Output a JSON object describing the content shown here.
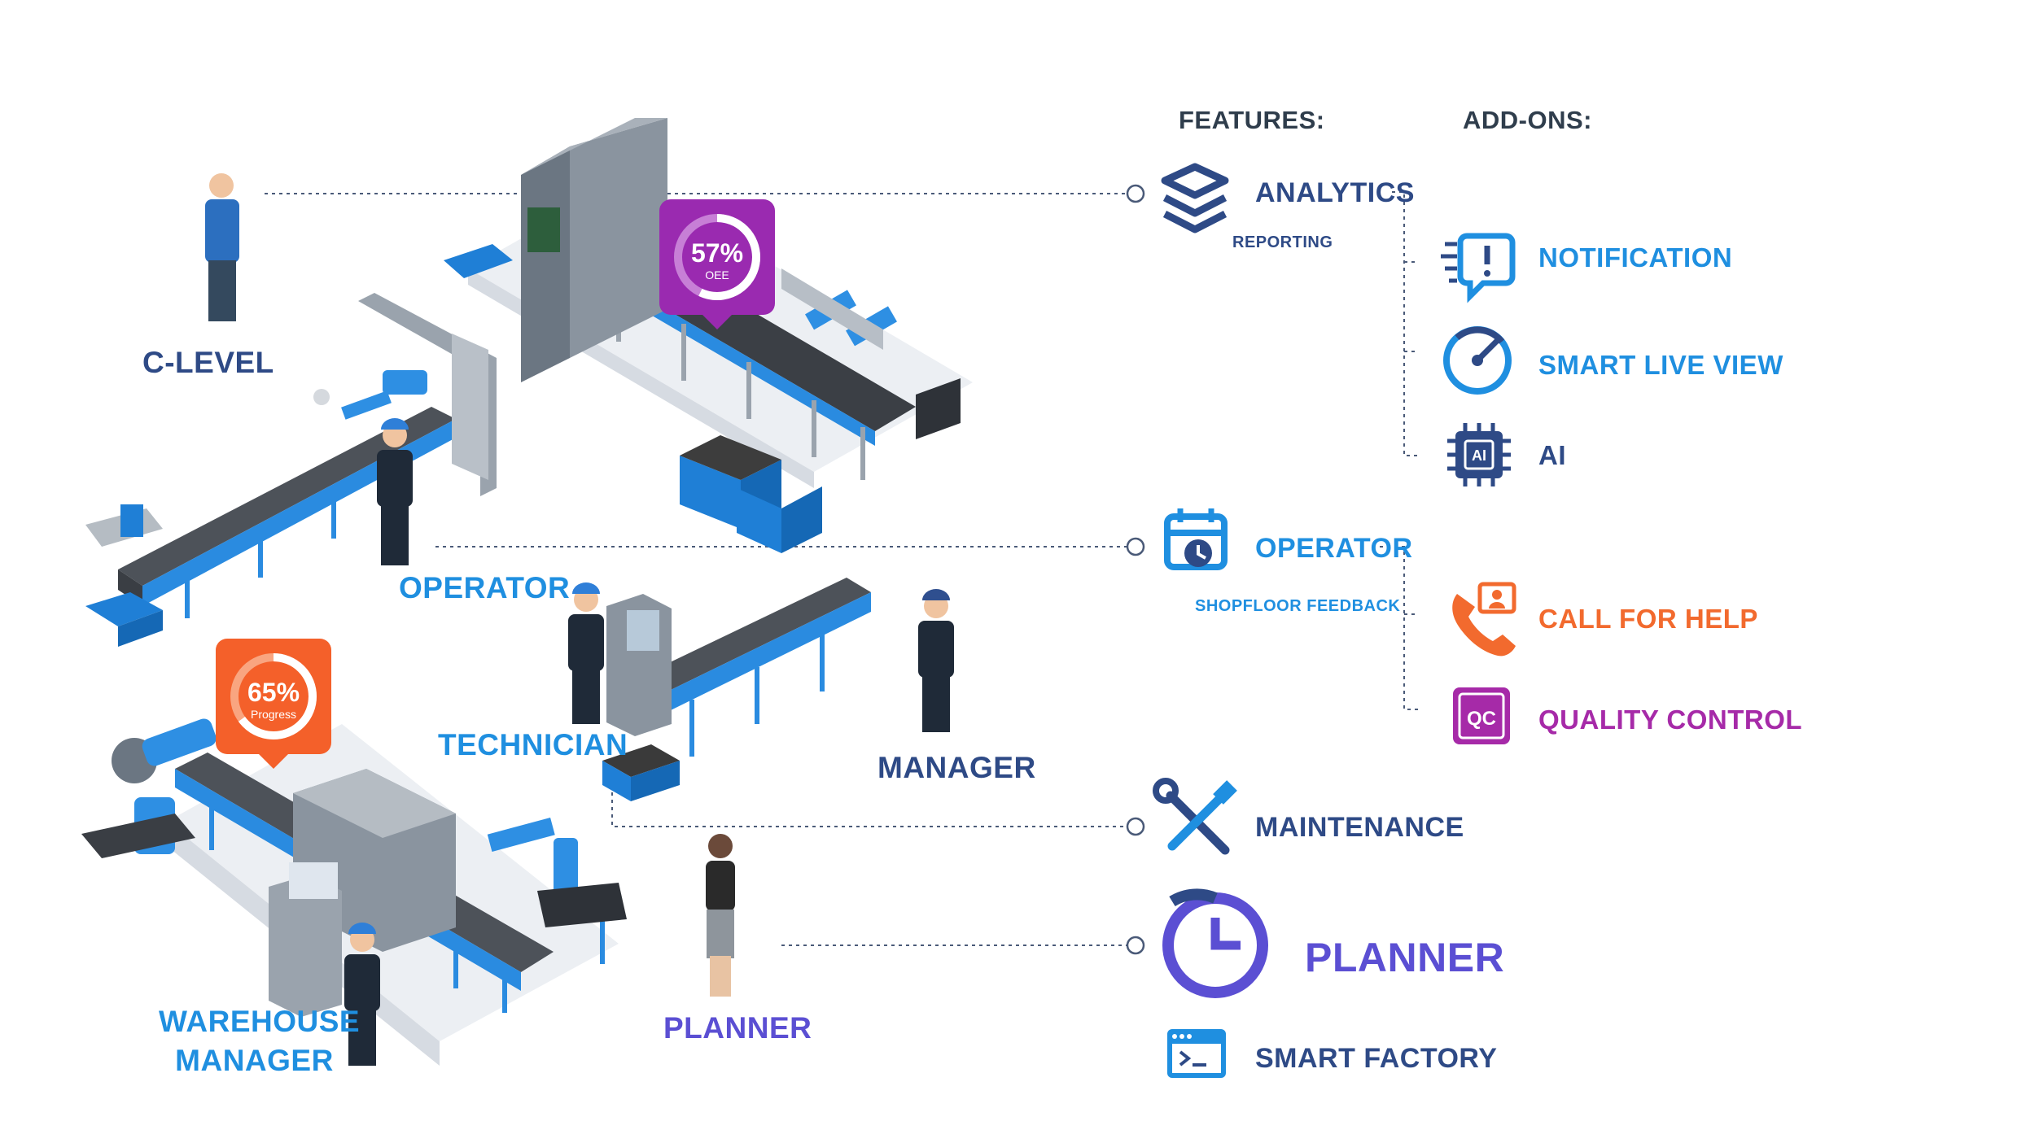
{
  "headers": {
    "features": "FEATURES:",
    "addons": "ADD-ONS:"
  },
  "features": {
    "analytics": {
      "label": "ANALYTICS",
      "sub": "REPORTING",
      "icon": "layers-icon"
    },
    "operator": {
      "label": "OPERATOR",
      "sub": "SHOPFLOOR FEEDBACK",
      "icon": "calendar-clock-icon"
    },
    "maintenance": {
      "label": "MAINTENANCE",
      "icon": "wrench-screwdriver-icon"
    },
    "planner": {
      "label": "PLANNER",
      "icon": "clock-icon"
    },
    "smart_factory": {
      "label": "SMART FACTORY",
      "icon": "terminal-window-icon"
    }
  },
  "addons": {
    "notification": {
      "label": "NOTIFICATION",
      "icon": "alert-message-icon"
    },
    "smart_live_view": {
      "label": "SMART LIVE VIEW",
      "icon": "speedometer-icon"
    },
    "ai": {
      "label": "AI",
      "icon": "ai-chip-icon",
      "chip_text": "AI"
    },
    "call_for_help": {
      "label": "CALL FOR HELP",
      "icon": "phone-contact-icon"
    },
    "quality_control": {
      "label": "QUALITY CONTROL",
      "icon": "qc-badge-icon",
      "badge_text": "QC"
    }
  },
  "roles": {
    "c_level": "C-LEVEL",
    "operator": "OPERATOR",
    "technician": "TECHNICIAN",
    "manager": "MANAGER",
    "warehouse_manager": "WAREHOUSE MANAGER",
    "planner": "PLANNER"
  },
  "badges": {
    "oee": {
      "value": "57%",
      "caption": "OEE",
      "percent": 57
    },
    "progress": {
      "value": "65%",
      "caption": "Progress",
      "percent": 65
    }
  },
  "colors": {
    "navy": "#2e4a86",
    "blue": "#1f8fe0",
    "orange": "#f26a2e",
    "purple": "#a62aa8",
    "violet": "#5b4fd3",
    "badge_purple": "#9a2ab0",
    "badge_orange": "#f4602a"
  }
}
